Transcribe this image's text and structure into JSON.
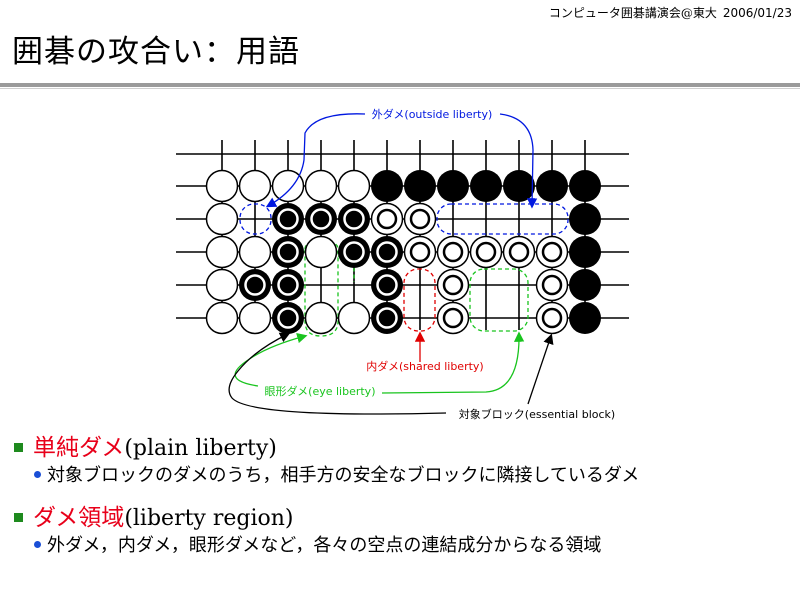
{
  "header": {
    "org": "コンピュータ囲碁講演会@東大",
    "date": "2006/01/23"
  },
  "title": "囲碁の攻合い：用語",
  "diagram": {
    "labels": {
      "outside": {
        "jp": "外ダメ",
        "en": "(outside liberty)"
      },
      "shared": {
        "jp": "内ダメ",
        "en": "(shared liberty)"
      },
      "eye": {
        "jp": "眼形ダメ",
        "en": "(eye liberty)"
      },
      "essential": {
        "jp": "対象ブロック",
        "en": "(essential block)"
      }
    },
    "colors": {
      "outside": "#0018e0",
      "shared": "#e00000",
      "eye": "#19c41e",
      "essential": "#000000"
    }
  },
  "bullets": [
    {
      "term_jp": "単純ダメ",
      "term_en": "(plain liberty)",
      "desc": "対象ブロックのダメのうち，相手方の安全なブロックに隣接しているダメ"
    },
    {
      "term_jp": "ダメ領域",
      "term_en": "(liberty region)",
      "desc": "外ダメ，内ダメ，眼形ダメなど，各々の空点の連結成分からなる領域"
    }
  ]
}
